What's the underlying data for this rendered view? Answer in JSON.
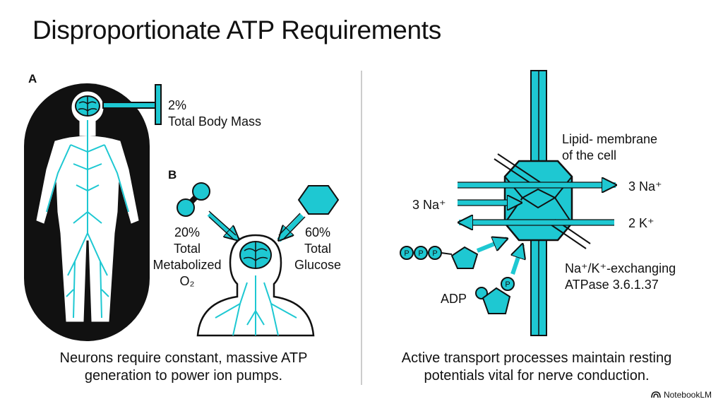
{
  "title": "Disproportionate ATP Requirements",
  "panel_a": {
    "letter": "A",
    "mass_percent": "2%",
    "mass_label": "Total Body Mass"
  },
  "panel_b": {
    "letter": "B",
    "o2_line1": "20%",
    "o2_line2": "Total",
    "o2_line3": "Metabolized",
    "o2_line4": "O₂",
    "glucose_line1": "60%",
    "glucose_line2": "Total",
    "glucose_line3": "Glucose"
  },
  "right_panel": {
    "membrane_line1": "Lipid- membrane",
    "membrane_line2": "of the cell",
    "na_out": "3 Na⁺",
    "na_in": "3 Na⁺",
    "k_in": "2 K⁺",
    "pump_line1": "Na⁺/K⁺-exchanging",
    "pump_line2": "ATPase 3.6.1.37",
    "adp": "ADP",
    "phosphate": "P"
  },
  "captions": {
    "left_line1": "Neurons require constant, massive ATP",
    "left_line2": "generation to power ion pumps.",
    "right_line1": "Active transport processes maintain resting",
    "right_line2": "potentials vital for nerve conduction."
  },
  "brand": "NotebookLM",
  "colors": {
    "accent": "#1ec8d2",
    "ink": "#111111",
    "background": "#ffffff"
  }
}
